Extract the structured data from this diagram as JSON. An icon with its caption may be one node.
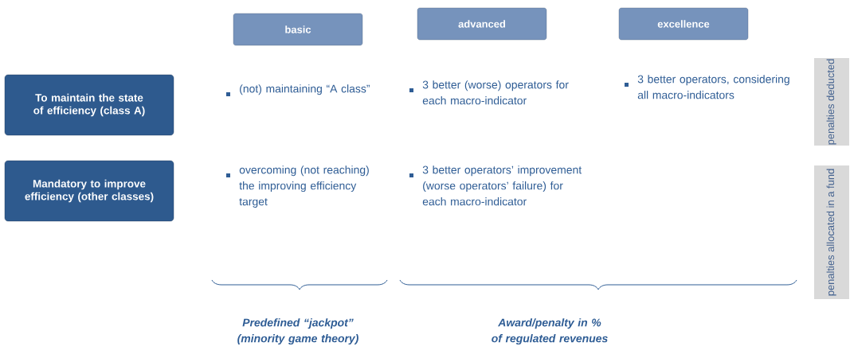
{
  "diagram": {
    "nodes": [
      {
        "text": [
          "basic"
        ]
      },
      {
        "text": [
          "advanced"
        ]
      },
      {
        "text": [
          "excellence"
        ]
      },
      {
        "text": [
          "To maintain the state of efficiency (class A)"
        ]
      },
      {
        "text": [
          "Mandatory to improve efficiency (other classes)"
        ]
      },
      {
        "text": [
          "penalties deducted"
        ]
      },
      {
        "text": [
          "penalties allocated in a fund"
        ]
      }
    ],
    "edges": [],
    "labels": [
      "(not) maintaining “A class”",
      "3 better (worse) operators for each macro-indicator",
      "3 better operators, considering all macro-indicators",
      "overcoming (not reaching) the improving efficiency target",
      "3 better operators’ improvement (worse operators’ failure) for each macro-indicator",
      "Predefined “jackpot” (minority game theory)",
      "Award/penalty in % of regulated revenues"
    ]
  }
}
